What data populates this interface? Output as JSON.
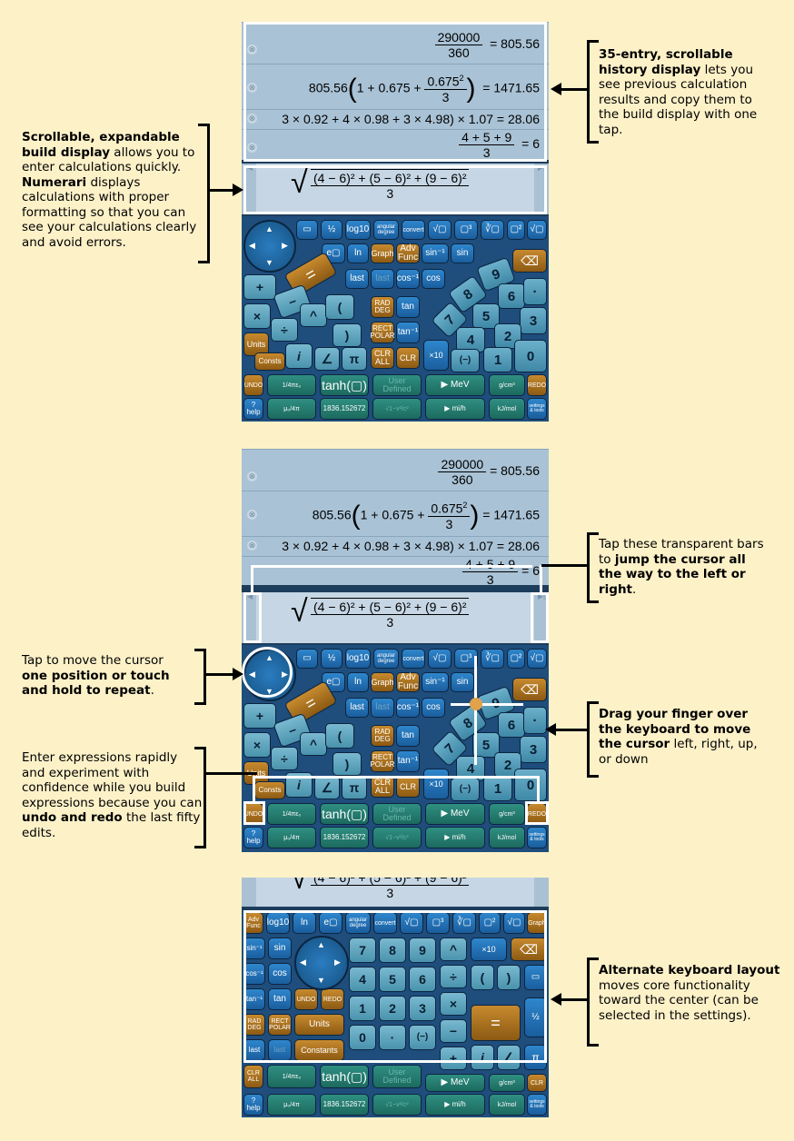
{
  "history": [
    {
      "num": "290000",
      "den": "360",
      "result": "805.56"
    },
    {
      "lead": "805.56",
      "inner": "1 + 0.675 + ",
      "num": "0.675",
      "sup": "2",
      "den": "3",
      "result": "1471.65"
    },
    {
      "expr": "3 × 0.92 + 4 × 0.98 + 3 × 4.98) × 1.07",
      "result": "28.06"
    },
    {
      "num": "4 + 5 + 9",
      "den": "3",
      "result": "6"
    }
  ],
  "build_expr": {
    "num": "(4 − 6)² + (5 − 6)² + (9 − 6)²",
    "den": "3"
  },
  "keys": {
    "top_row": [
      "log10",
      "angular degree",
      "convert",
      "√▢",
      "▢³",
      "∛▢",
      "▢²",
      "√▢"
    ],
    "fn_row": [
      "e▢",
      "ln",
      "Graph",
      "Adv Func",
      "sin⁻¹",
      "sin"
    ],
    "fn_row2": [
      "last",
      "last",
      "cos⁻¹",
      "cos"
    ],
    "rad": "RAD DEG",
    "rect": "RECT POLAR",
    "tan": "tan",
    "tani": "tan⁻¹",
    "clr_all": "CLR ALL",
    "clr": "CLR",
    "eq": "=",
    "plus": "+",
    "minus": "−",
    "times": "×",
    "div": "÷",
    "caret": "^",
    "lp": "(",
    "rp": ")",
    "units": "Units",
    "consts": "Consts",
    "i": "i",
    "angle": "∠",
    "pi": "π",
    "x10": "×10",
    "neg": "(−)",
    "digits": [
      "9",
      "8",
      "6",
      "5",
      "·",
      "3",
      "4",
      "2",
      "7",
      "1",
      "0"
    ],
    "backspace": "⌫",
    "undo": "UNDO",
    "redo": "REDO",
    "tanh": "tanh(▢)",
    "user_defined": "User Defined",
    "mev": "▶ MeV",
    "gcm": "g/cm³",
    "help": "? help",
    "mu": "μ₀/4π",
    "num1836": "1836.152672",
    "mph": "▶ mi/h",
    "kjmol": "kJ/mol",
    "settings": "settings & tools",
    "e0": "1/4πε₀",
    "sqrt_v": "√1−v²/c²"
  },
  "alt_keys": {
    "row1": [
      "Adv Func",
      "log10",
      "ln",
      "e▢",
      "angular degree",
      "convert",
      "√▢",
      "▢³",
      "∛▢",
      "▢²",
      "√▢",
      "Graph"
    ],
    "left": [
      "sin⁻¹",
      "sin",
      "cos⁻¹",
      "cos",
      "tan⁻¹",
      "tan",
      "UNDO",
      "REDO",
      "RAD DEG",
      "RECT POLAR",
      "Units",
      "last",
      "last",
      "Constants"
    ],
    "digits": [
      "7",
      "8",
      "9",
      "4",
      "5",
      "6",
      "1",
      "2",
      "3",
      "0",
      "·",
      "(−)"
    ],
    "ops": [
      "^",
      "÷",
      "×",
      "−",
      "+",
      "×10",
      "⌫",
      "(",
      ")",
      "=",
      "i",
      "∠",
      "π"
    ],
    "bottom": [
      "CLR ALL",
      "1/4πε₀",
      "tanh(▢)",
      "User Defined",
      "▶ MeV",
      "g/cm³",
      "CLR",
      "? help",
      "μ₀/4π",
      "1836.152672",
      "√1−v²/c²",
      "▶ mi/h",
      "kJ/mol",
      "settings & tools"
    ]
  },
  "annotations": {
    "history": {
      "b1": "35-entry, scrollable history display",
      "t1": " lets you see previous calculation results and copy them to the build display with one tap."
    },
    "build": {
      "b1": "Scrollable, expandable build display",
      "t1": " allows you to enter calculations quickly. ",
      "b2": "Numerari",
      "t2": " displays calculations with proper formatting so that you can see your calculations clearly and avoid errors."
    },
    "bars": {
      "t1": "Tap these transparent bars to ",
      "b1": "jump the cursor all the way to the left or right",
      "t2": "."
    },
    "dpad": {
      "t1": "Tap to move the cursor ",
      "b1": "one position or touch and hold to repeat",
      "t2": "."
    },
    "undo": {
      "t1": "Enter expressions rapidly and experiment with confidence while you build expressions because you can ",
      "b1": "undo and redo",
      "t2": " the last fifty edits."
    },
    "drag": {
      "b1": "Drag your finger over the keyboard to move the cursor",
      "t1": " left, right, up, or down"
    },
    "alt": {
      "b1": "Alternate keyboard layout",
      "t1": " moves core functionality toward the center (can be selected in the settings)."
    }
  },
  "colors": {
    "background": "#fdf1c8",
    "key_blue": "#1a5e9e",
    "key_orange": "#8c5a13",
    "key_teal": "#1f7488",
    "key_green": "#1c6a5e",
    "display": "#a9c2d5"
  }
}
